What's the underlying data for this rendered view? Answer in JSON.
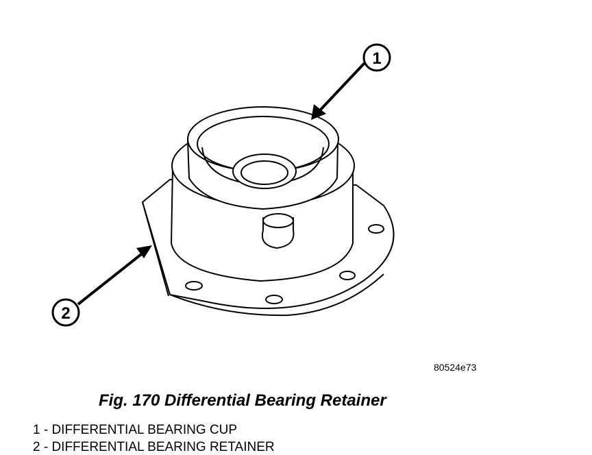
{
  "figure": {
    "callouts": [
      {
        "number": "1"
      },
      {
        "number": "2"
      }
    ],
    "image_code": "80524e73",
    "caption": "Fig. 170 Differential Bearing Retainer",
    "legend": [
      {
        "text": "1 - DIFFERENTIAL BEARING CUP"
      },
      {
        "text": "2 - DIFFERENTIAL BEARING RETAINER"
      }
    ]
  }
}
